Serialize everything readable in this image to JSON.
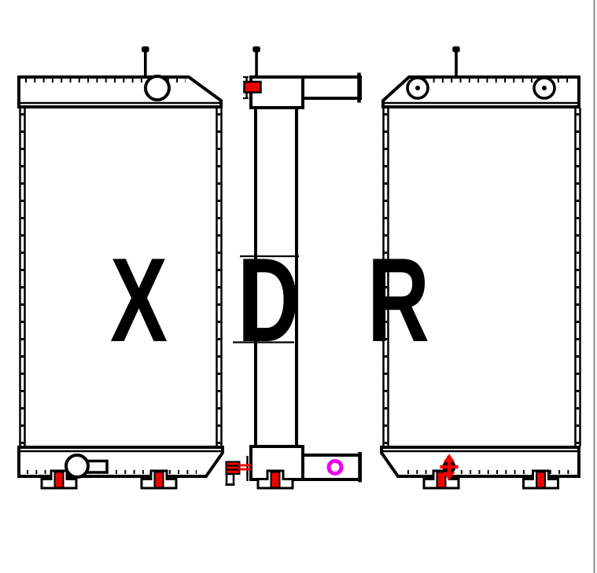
{
  "watermark": {
    "letters": [
      "X",
      "D",
      "R"
    ]
  },
  "colors": {
    "line": "#000000",
    "red": "#ee0000",
    "magenta": "#ee00ee",
    "page_edge": "#8c8c8c",
    "background": "#ffffff"
  }
}
